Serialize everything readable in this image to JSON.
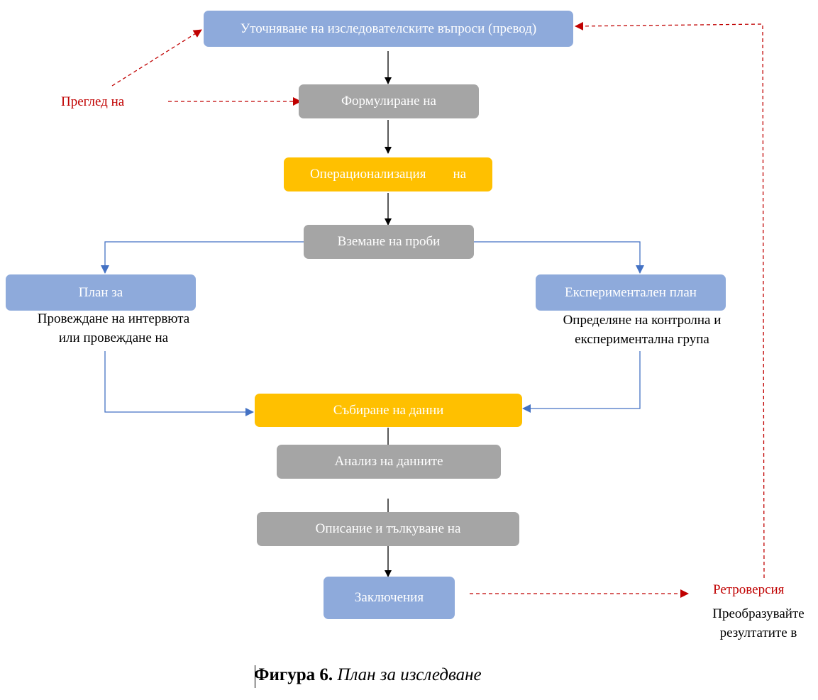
{
  "nodes": {
    "clarify": "Уточняване на изследователските въпроси (превод)",
    "formulate": "Формулиране на",
    "operationalize": "Операционализация        на",
    "sampling": "Вземане на проби",
    "plan_left": "План за",
    "plan_right": "Експериментален план",
    "collect": "Събиране на данни",
    "analysis": "Анализ на данните",
    "describe": "Описание и тълкуване на",
    "conclusions": "Заключения"
  },
  "notes": {
    "review": "Преглед на",
    "left_line1": "Провеждане на интервюта",
    "left_line2": "или провеждане на",
    "right_line1": "Определяне на контролна и",
    "right_line2": "експериментална група",
    "retro": "Ретроверсия",
    "retro_line1": "Преобразувайте",
    "retro_line2": "резултатите в"
  },
  "caption": {
    "label": "Фигура 6.",
    "text": "План за изследване"
  },
  "colors": {
    "blue_box": "#8eaadb",
    "gray_box": "#a5a5a5",
    "gold_box": "#ffc000",
    "red_dashed": "#c00000",
    "blue_line": "#4472c4",
    "black_arrow": "#000000"
  }
}
